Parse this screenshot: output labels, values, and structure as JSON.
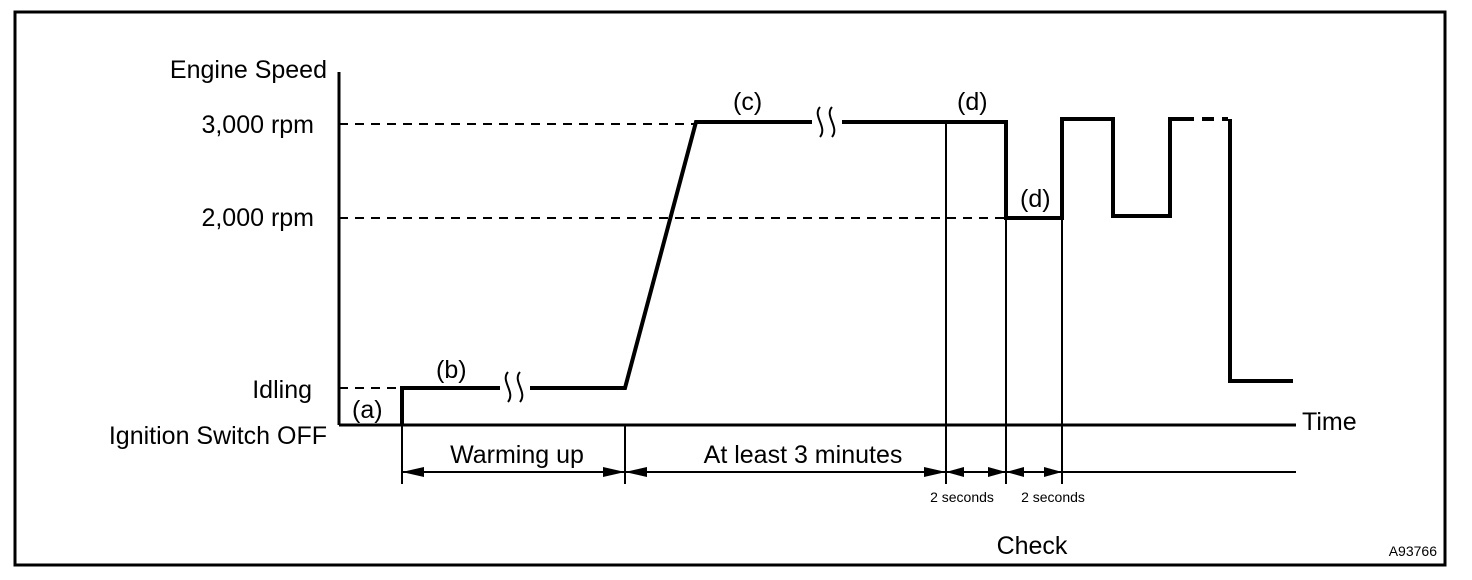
{
  "y_axis_label": "Engine Speed",
  "levels": {
    "rpm3000": "3,000 rpm",
    "rpm2000": "2,000 rpm",
    "idling": "Idling",
    "ign_off": "Ignition Switch OFF"
  },
  "time_label": "Time",
  "steps": {
    "a": "(a)",
    "b": "(b)",
    "c": "(c)",
    "d": "(d)"
  },
  "intervals": {
    "warming": "Warming up",
    "three_min": "At least 3 minutes",
    "two_sec": "2 seconds"
  },
  "check_label": "Check",
  "ref_code": "A93766"
}
